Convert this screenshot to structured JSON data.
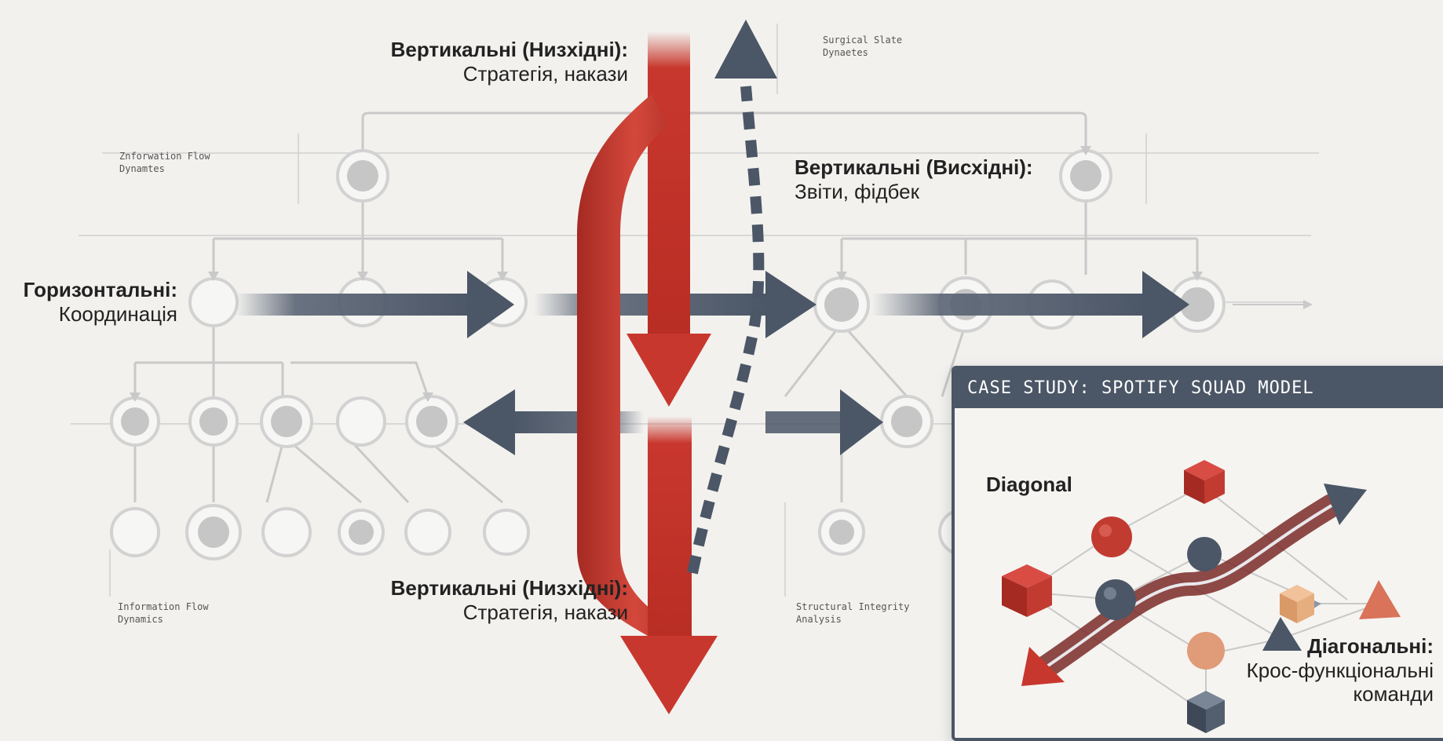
{
  "labels": {
    "top_down": {
      "title": "Вертикальні (Низхідні):",
      "desc": "Стратегія, накази"
    },
    "bottom_up": {
      "title": "Вертикальні (Висхідні):",
      "desc": "Звіти, фідбек"
    },
    "horizontal": {
      "title": "Горизонтальні:",
      "desc": "Координація"
    },
    "bottom_down": {
      "title": "Вертикальні (Низхідні):",
      "desc": "Стратегія, накази"
    },
    "diagonal": {
      "title": "Діагональні:",
      "desc_line1": "Крос-функціональні",
      "desc_line2": "команди"
    }
  },
  "notes": {
    "top_right": {
      "line1": "Surgical Slate",
      "line2": "Dynaetes"
    },
    "top_left": {
      "line1": "Znforwation Flow",
      "line2": "Dynamtes"
    },
    "bottom_left": {
      "line1": "Information Flow",
      "line2": "Dynamics"
    },
    "bottom_mid": {
      "line1": "Structural Integrity",
      "line2": "Analysis"
    }
  },
  "case_study": {
    "header": "CASE STUDY: SPOTIFY SQUAD MODEL",
    "diagonal_word": "Diagonal"
  },
  "colors": {
    "background": "#f2f1ee",
    "red_arrow": "#c8372d",
    "slate_arrow": "#4b5666",
    "node_stroke": "#cfcfcf",
    "node_fill": "#c8c8c8"
  }
}
